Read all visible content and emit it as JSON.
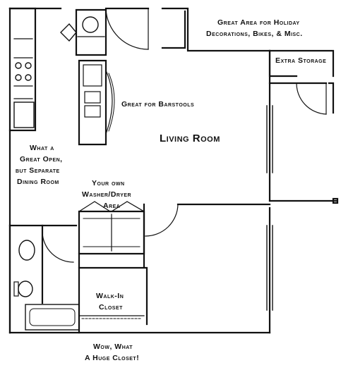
{
  "labels": {
    "holiday_line1": "Great Area for Holiday",
    "holiday_line2": "Decorations, Bikes, & Misc.",
    "extra_storage": "Extra Storage",
    "barstools": "Great for Barstools",
    "living_room": "Living Room",
    "dining_line1": "What a",
    "dining_line2": "Great Open,",
    "dining_line3": "but Separate",
    "dining_line4": "Dining Room",
    "washer_line1": "Your own",
    "washer_line2": "Washer/Dryer",
    "washer_line3": "Area",
    "walkin_line1": "Walk-In",
    "walkin_line2": "Closet",
    "wow_line1": "Wow, What",
    "wow_line2": "A Huge Closet!"
  }
}
